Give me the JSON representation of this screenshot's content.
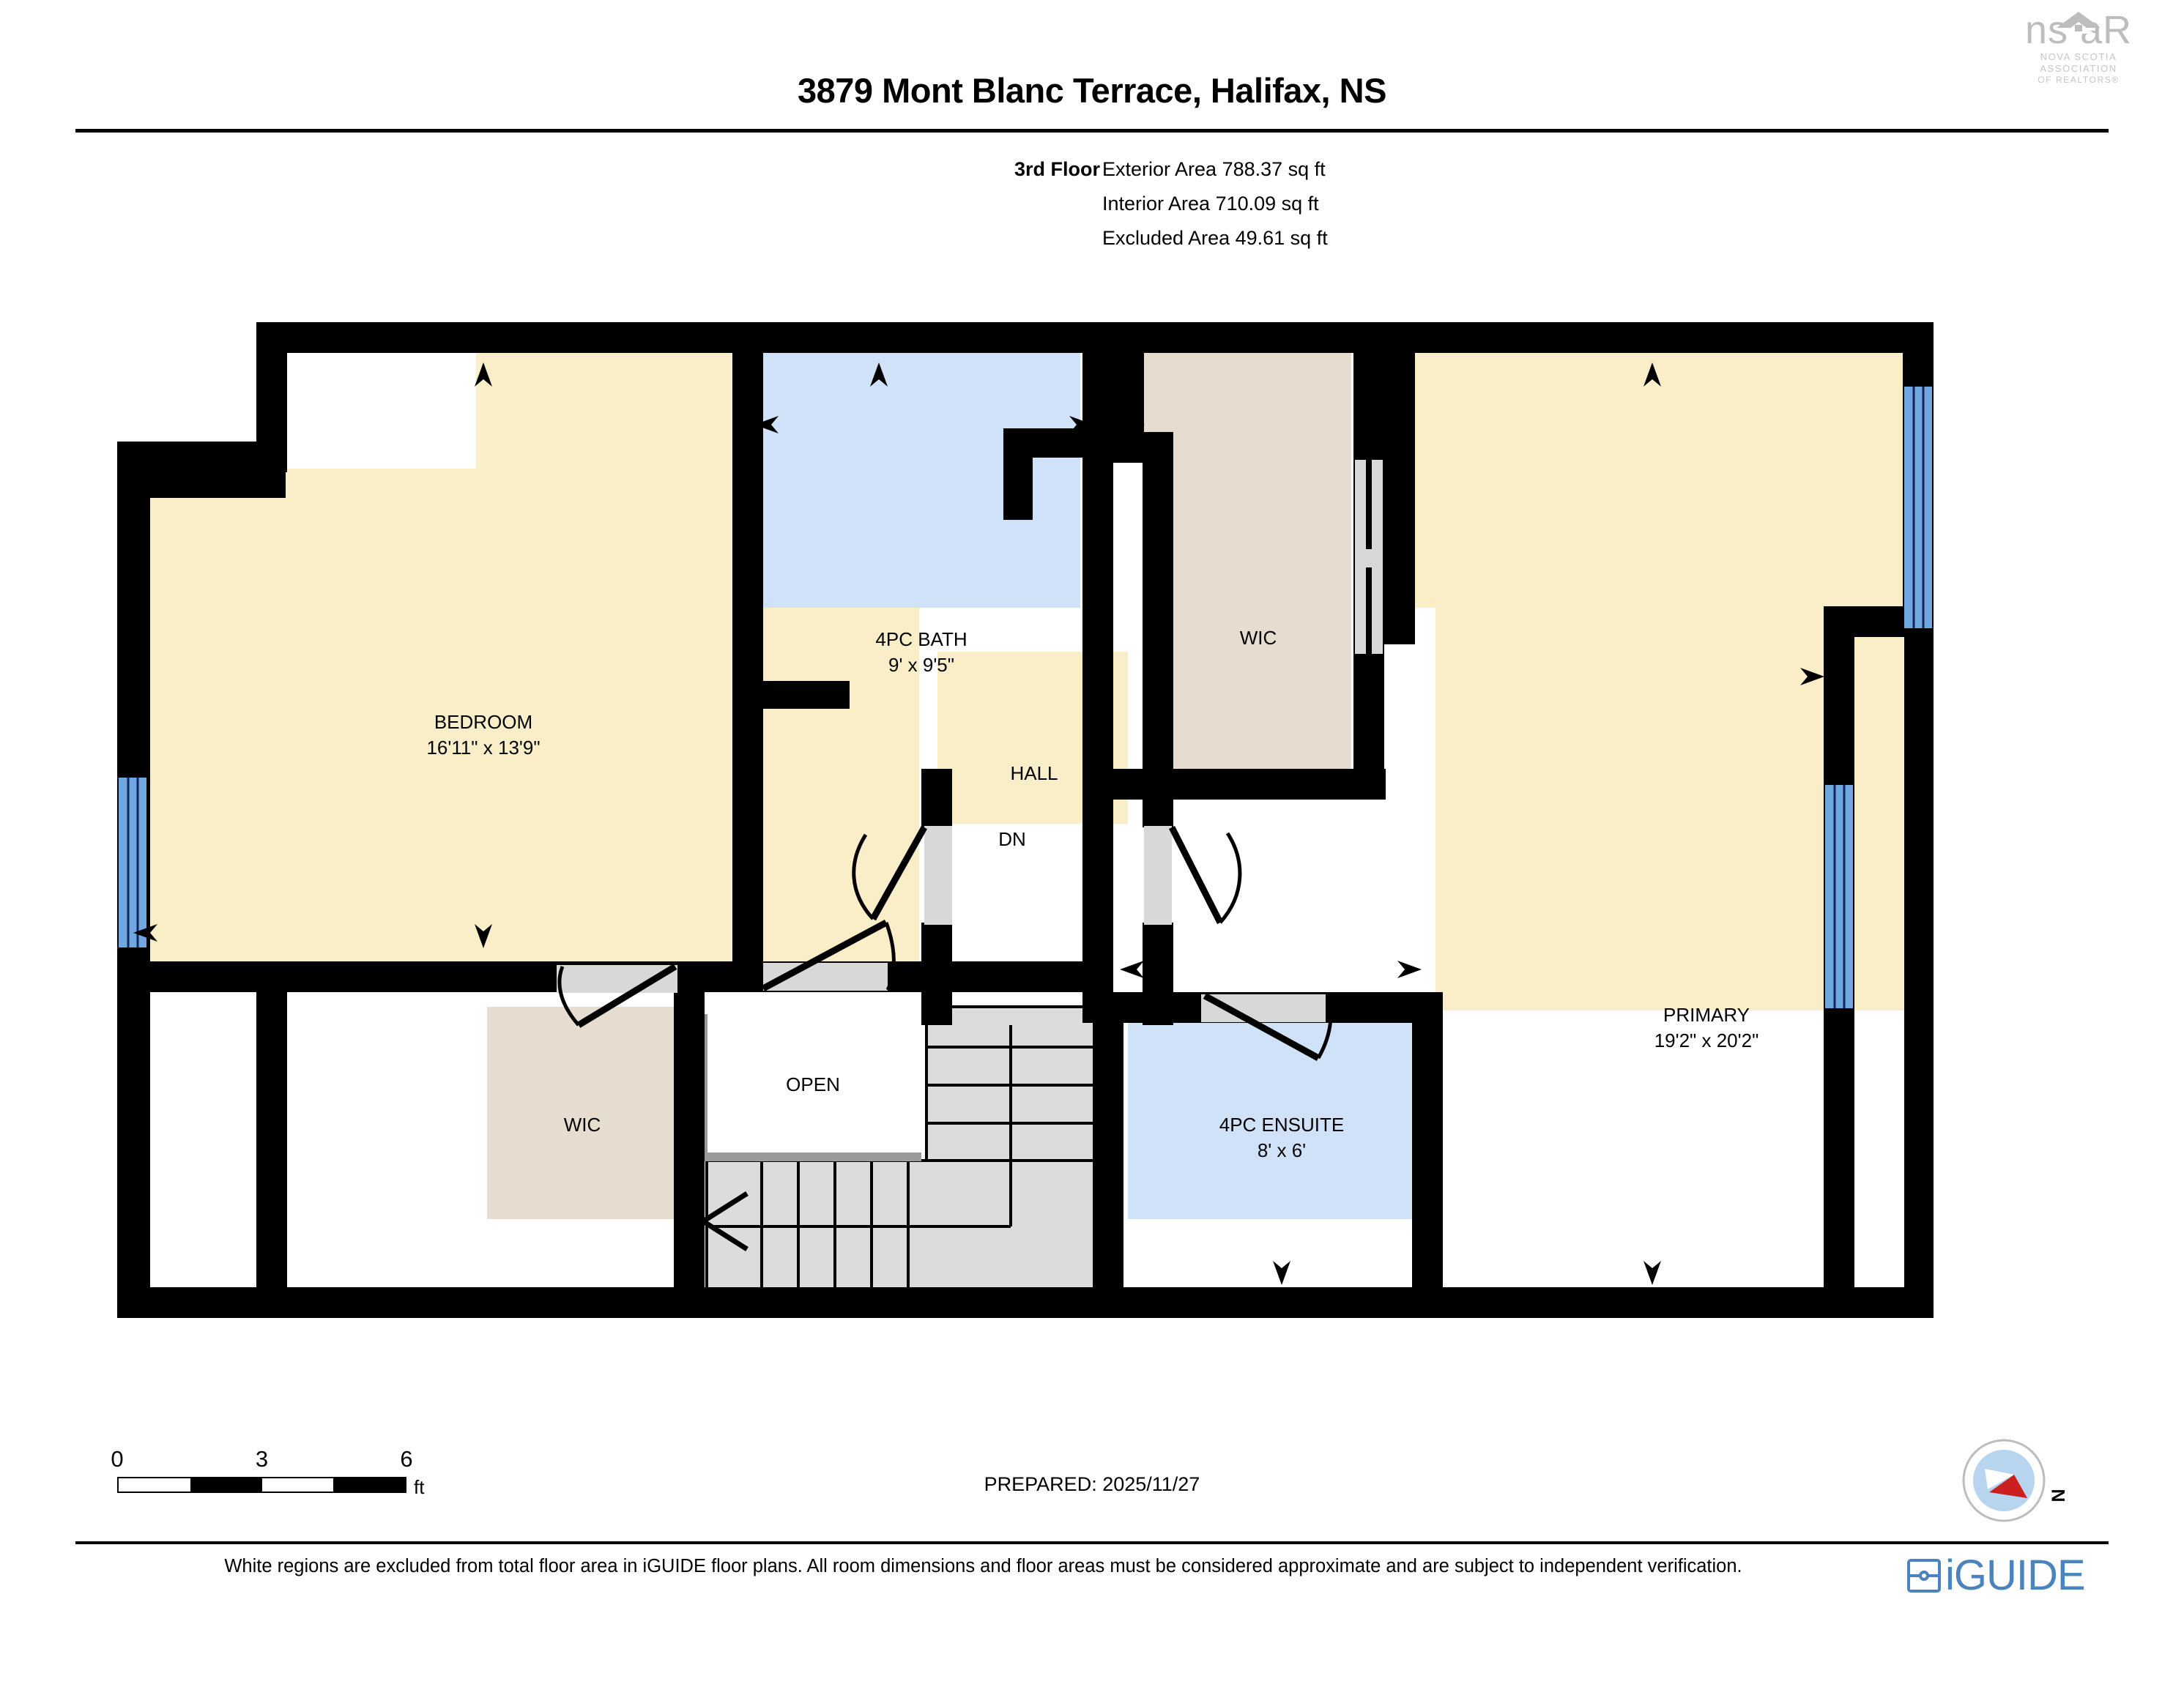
{
  "brand": {
    "logo_main": "ns aR",
    "logo_sub1": "NOVA SCOTIA ASSOCIATION",
    "logo_sub2": "OF REALTORS®",
    "name": "nsar-logo"
  },
  "header": {
    "title": "3879 Mont Blanc Terrace, Halifax, NS"
  },
  "area_info": {
    "floor_label": "3rd Floor",
    "lines": [
      "Exterior Area 788.37 sq ft",
      "Interior Area 710.09 sq ft",
      "Excluded Area 49.61 sq ft"
    ]
  },
  "rooms": [
    {
      "name": "BEDROOM",
      "dims": "16'11\" x 13'9\""
    },
    {
      "name": "4PC BATH",
      "dims": "9' x 9'5\""
    },
    {
      "name": "WIC",
      "dims": ""
    },
    {
      "name": "HALL",
      "dims": ""
    },
    {
      "name": "DN",
      "dims": ""
    },
    {
      "name": "OPEN",
      "dims": ""
    },
    {
      "name": "WIC",
      "dims": ""
    },
    {
      "name": "4PC ENSUITE",
      "dims": "8' x 6'"
    },
    {
      "name": "PRIMARY",
      "dims": "19'2\" x 20'2\""
    }
  ],
  "room_labels": {
    "bedroom_name": "BEDROOM",
    "bedroom_dims": "16'11\" x 13'9\"",
    "bath_name": "4PC BATH",
    "bath_dims": "9' x 9'5\"",
    "wic_top_name": "WIC",
    "hall_name": "HALL",
    "hall_dn": "DN",
    "open_name": "OPEN",
    "wic_bottom_name": "WIC",
    "ensuite_name": "4PC ENSUITE",
    "ensuite_dims": "8' x 6'",
    "primary_name": "PRIMARY",
    "primary_dims": "19'2\" x 20'2\""
  },
  "scale": {
    "tick_0": "0",
    "tick_3": "3",
    "tick_6": "6",
    "unit": "ft"
  },
  "prepared": "PREPARED: 2025/11/27",
  "compass": {
    "north_label": "N"
  },
  "footer": {
    "note": "White regions are excluded from total floor area in iGUIDE floor plans. All room dimensions and floor areas must be considered approximate and are subject to independent verification.",
    "logo_text": "iGUIDE"
  },
  "colors": {
    "wall": "#000000",
    "living": "#faeec9",
    "bath": "#cfe2f8",
    "closet": "#e6ddd0",
    "stairs": "#dcdcdc",
    "window": "#6fa8e0",
    "excluded": "#ffffff",
    "brand_blue": "#4a83bd",
    "compass_red": "#cc2020",
    "compass_blue": "#b8d5f0"
  }
}
